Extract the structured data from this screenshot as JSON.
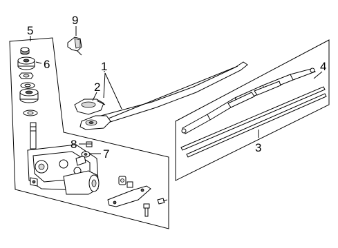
{
  "diagram": {
    "callouts": [
      {
        "id": "1",
        "label": "1"
      },
      {
        "id": "2",
        "label": "2"
      },
      {
        "id": "3",
        "label": "3"
      },
      {
        "id": "4",
        "label": "4"
      },
      {
        "id": "5",
        "label": "5"
      },
      {
        "id": "6",
        "label": "6"
      },
      {
        "id": "7",
        "label": "7"
      },
      {
        "id": "8",
        "label": "8"
      },
      {
        "id": "9",
        "label": "9"
      }
    ],
    "parts": [
      "wiper-arm",
      "pivot-cap",
      "wiper-blade-assembly",
      "blade-refill",
      "wiper-motor-assembly",
      "grommet-stack",
      "nut",
      "washer",
      "clip"
    ]
  }
}
